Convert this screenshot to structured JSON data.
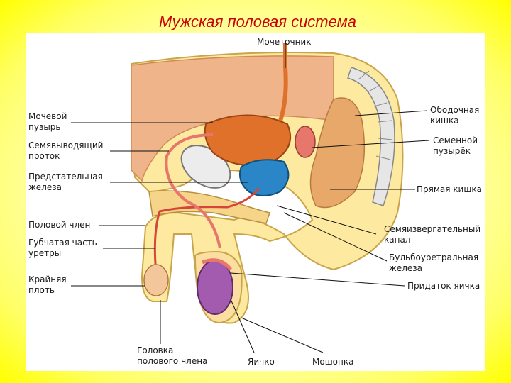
{
  "title": "Мужская половая система",
  "labels": {
    "ureter": "Мочеточник",
    "bladder": "Мочевой\nпузырь",
    "vas_deferens": "Семявыводящий\nпроток",
    "prostate": "Предстательная\nжелеза",
    "penis": "Половой член",
    "spongy_urethra": "Губчатая часть\nуретры",
    "foreskin": "Крайняя\nплоть",
    "glans": "Головка\nполового члена",
    "testis": "Яичко",
    "scrotum": "Мошонка",
    "colon": "Ободочная\nкишка",
    "seminal_vesicle": "Семенной\nпузырёк",
    "rectum": "Прямая кишка",
    "ejaculatory_duct": "Семяизвергательный\nканал",
    "bulbourethral_gland": "Бульбоуретральная\nжелеза",
    "epididymis": "Придаток яичка"
  },
  "colors": {
    "title": "#cc0000",
    "skin": "#fde9a0",
    "skin_outline": "#c9a54a",
    "bladder": "#e0712a",
    "duct": "#e8776b",
    "prostate": "#2a86c6",
    "testis": "#a35bb0",
    "colon": "#e8a86a",
    "bone": "#d8d8d8"
  }
}
